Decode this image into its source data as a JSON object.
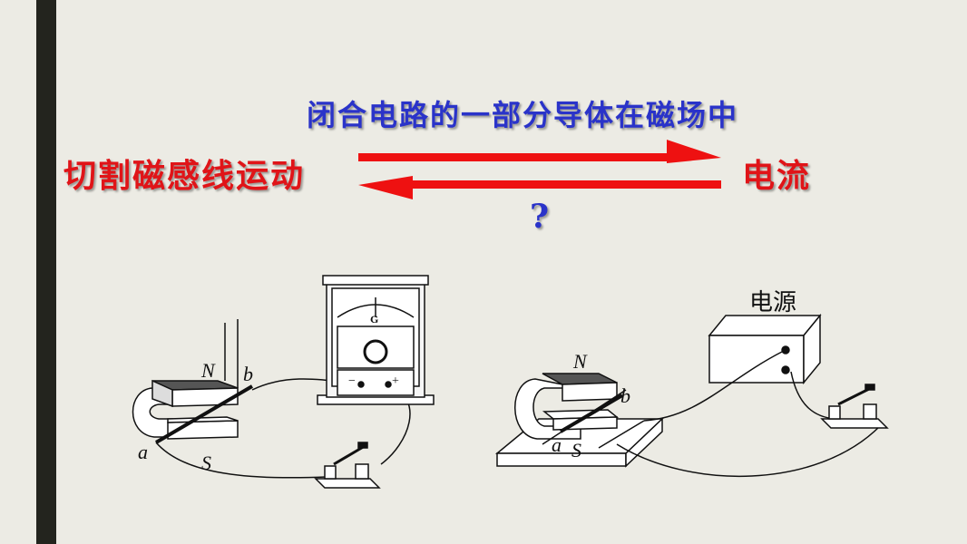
{
  "slide": {
    "title": "闭合电路的一部分导体在磁场中",
    "left_label": "切割磁感线运动",
    "right_label": "电流",
    "question_mark": "?"
  },
  "left_diagram": {
    "magnet_north": "N",
    "magnet_south": "S",
    "rod_end_a": "a",
    "rod_end_b": "b",
    "galvanometer_symbol": "G",
    "terminal_minus": "−",
    "terminal_plus": "+"
  },
  "right_diagram": {
    "power_supply_label": "电源",
    "magnet_north": "N",
    "magnet_south": "S",
    "rod_end_a": "a",
    "rod_end_b": "b"
  },
  "colors": {
    "background": "#ecebe4",
    "left_bar": "#23241e",
    "title_blue": "#2a33c9",
    "label_red": "#e01418",
    "arrow_red": "#ee1111"
  }
}
